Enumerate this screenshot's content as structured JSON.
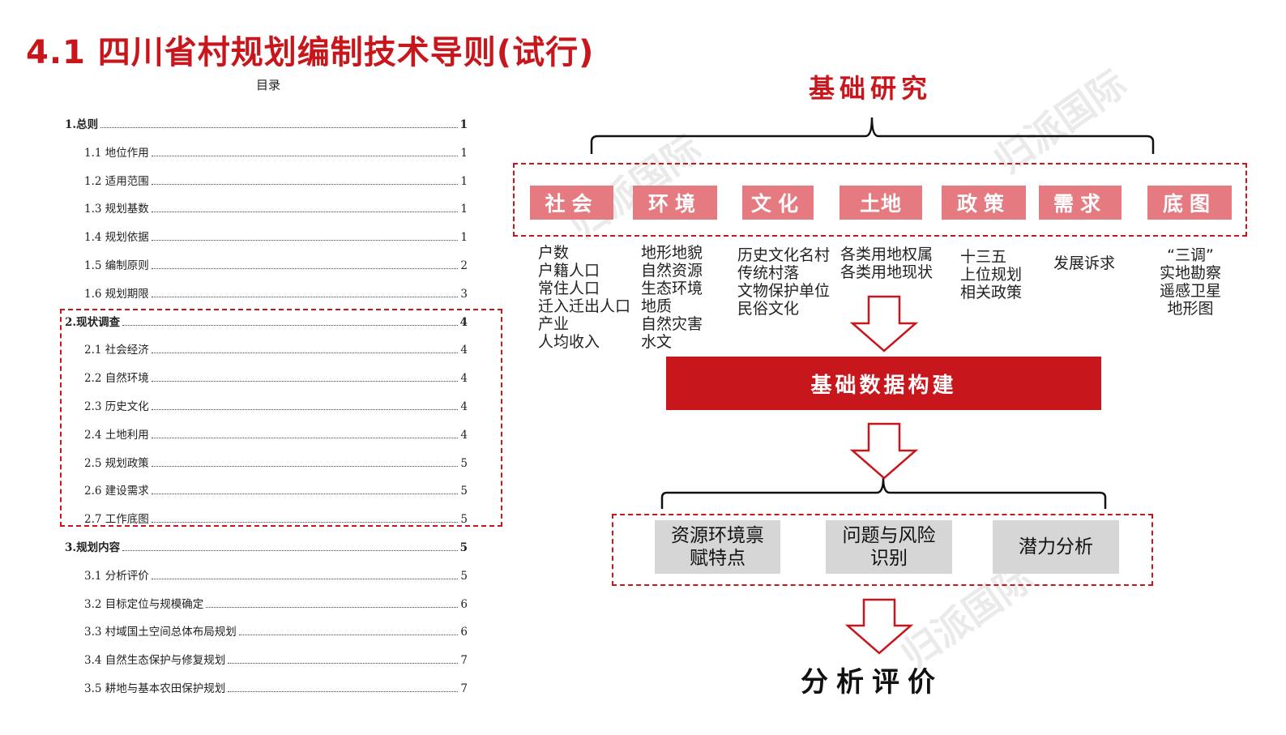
{
  "title": "4.1 四川省村规划编制技术导则(试行)",
  "toc": {
    "heading": "目录",
    "entries": [
      {
        "label": "1.总则",
        "page": "1",
        "level": 1
      },
      {
        "label": "1.1  地位作用",
        "page": "1",
        "level": 2
      },
      {
        "label": "1.2  适用范围",
        "page": "1",
        "level": 2
      },
      {
        "label": "1.3  规划基数",
        "page": "1",
        "level": 2
      },
      {
        "label": "1.4  规划依据",
        "page": "1",
        "level": 2
      },
      {
        "label": "1.5  编制原则",
        "page": "2",
        "level": 2
      },
      {
        "label": "1.6  规划期限",
        "page": "3",
        "level": 2
      },
      {
        "label": "2.现状调查",
        "page": "4",
        "level": 1
      },
      {
        "label": "2.1  社会经济",
        "page": "4",
        "level": 2
      },
      {
        "label": "2.2  自然环境",
        "page": "4",
        "level": 2
      },
      {
        "label": "2.3  历史文化",
        "page": "4",
        "level": 2
      },
      {
        "label": "2.4  土地利用",
        "page": "4",
        "level": 2
      },
      {
        "label": "2.5  规划政策",
        "page": "5",
        "level": 2
      },
      {
        "label": "2.6  建设需求",
        "page": "5",
        "level": 2
      },
      {
        "label": "2.7  工作底图",
        "page": "5",
        "level": 2
      },
      {
        "label": "3.规划内容",
        "page": "5",
        "level": 1
      },
      {
        "label": "3.1  分析评价",
        "page": "5",
        "level": 2
      },
      {
        "label": "3.2  目标定位与规模确定",
        "page": "6",
        "level": 2
      },
      {
        "label": "3.3  村域国土空间总体布局规划",
        "page": "6",
        "level": 2
      },
      {
        "label": "3.4  自然生态保护与修复规划",
        "page": "7",
        "level": 2
      },
      {
        "label": "3.5  耕地与基本农田保护规划",
        "page": "7",
        "level": 2
      }
    ]
  },
  "watermark": "归派国际",
  "diagram": {
    "top_title": "基础研究",
    "categories": [
      {
        "label": "社会",
        "items": [
          "户数",
          "户籍人口",
          "常住人口",
          "迁入迁出人口",
          "产业",
          "人均收入"
        ]
      },
      {
        "label": "环境",
        "items": [
          "地形地貌",
          "自然资源",
          "生态环境",
          "地质",
          "自然灾害",
          "水文"
        ]
      },
      {
        "label": "文化",
        "items": [
          "历史文化名村",
          "传统村落",
          "文物保护单位",
          "民俗文化"
        ]
      },
      {
        "label": "土地",
        "items": [
          "各类用地权属",
          "各类用地现状"
        ]
      },
      {
        "label": "政策",
        "items": [
          "十三五",
          "上位规划",
          "相关政策"
        ]
      },
      {
        "label": "需求",
        "items": [
          "发展诉求"
        ]
      },
      {
        "label": "底图",
        "items": [
          "“三调”",
          "实地勘察",
          "遥感卫星",
          "地形图"
        ]
      }
    ],
    "band_label": "基础数据构建",
    "outputs": [
      {
        "lines": [
          "资源环境禀",
          "赋特点"
        ]
      },
      {
        "lines": [
          "问题与风险",
          "识别"
        ]
      },
      {
        "lines": [
          "潜力分析"
        ]
      }
    ],
    "final_label": "分析评价",
    "colors": {
      "accent": "#c8161d",
      "category_fill": "#e57a80",
      "output_fill": "#d6d6d6"
    }
  }
}
